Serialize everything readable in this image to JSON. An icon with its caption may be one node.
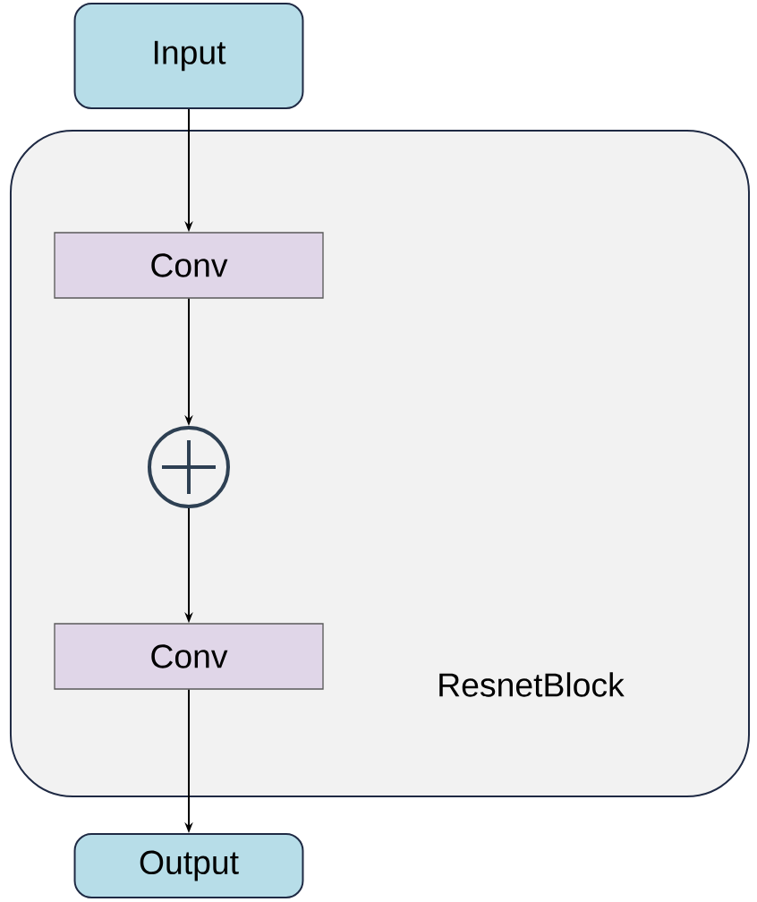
{
  "diagram": {
    "nodes": [
      {
        "text": [
          "Input"
        ]
      },
      {
        "text": [
          "ResnetBlock"
        ]
      },
      {
        "text": [
          "Conv"
        ],
        "in": 1
      },
      {
        "text": [],
        "shape": "circle",
        "in": 1
      },
      {
        "text": [
          "Conv"
        ],
        "in": 1
      },
      {
        "text": [
          "Output"
        ]
      }
    ],
    "edges": [
      {
        "from": 0,
        "to": 2,
        "arrow": "to"
      },
      {
        "from": 2,
        "to": 3,
        "arrow": "to"
      },
      {
        "from": 3,
        "to": 4,
        "arrow": "to"
      },
      {
        "from": 4,
        "to": 5,
        "arrow": "to"
      }
    ]
  }
}
